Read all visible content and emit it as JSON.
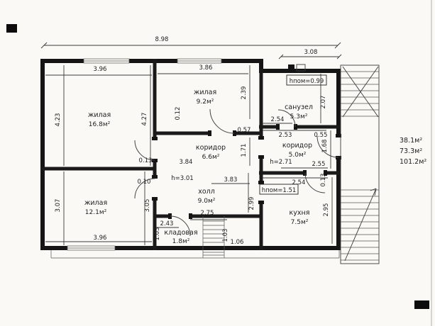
{
  "rooms": {
    "living1": {
      "name": "жилая",
      "area": "16.8м²"
    },
    "living2": {
      "name": "жилая",
      "area": "9.2м²"
    },
    "living3": {
      "name": "жилая",
      "area": "12.1м²"
    },
    "corridor1": {
      "name": "коридор",
      "area": "6.6м²"
    },
    "corridor2": {
      "name": "коридор",
      "area": "5.0м²"
    },
    "bathroom": {
      "name": "санузел",
      "area": "5.3м²"
    },
    "hall": {
      "name": "холл",
      "area": "9.0м²"
    },
    "storage": {
      "name": "кладовая",
      "area": "1.8м²"
    },
    "kitchen": {
      "name": "кухня",
      "area": "7.5м²"
    }
  },
  "dims": {
    "overall_width": "8.98",
    "right_width": "3.08",
    "living1_top": "3.96",
    "living1_left": "4.23",
    "living1_right": "4.27",
    "living2_top": "3.86",
    "living2_right": "2.39",
    "living2_jamb": "0.12",
    "living2_bottom": "0.57",
    "bathroom_note": "hпом=0.99",
    "bathroom_right": "2.07",
    "bathroom_w1": "2.54",
    "bathroom_w2": "2.53",
    "bathroom_jamb": "0.55",
    "corridor1_w": "3.84",
    "corridor1_right": "1.71",
    "corridor1_jamb1": "0.13",
    "corridor1_jamb2": "0.10",
    "corridor2_right": "1.68",
    "corridor2_w": "2.55",
    "corridor2_height": "h=2.71",
    "corridor2_bottom": "2.54",
    "corridor2_jamb": "0.13",
    "hall_height": "h=3.01",
    "hall_w": "3.83",
    "hall_right": "2.99",
    "living3_left": "3.07",
    "living3_right": "3.05",
    "living3_bottom": "3.96",
    "storage_w1": "2.43",
    "storage_left": "1.03",
    "storage_w2": "2.75",
    "storage_right": "1.03",
    "storage_b": "1.06",
    "kitchen_note": "hпом=1.51",
    "kitchen_right": "2.95"
  },
  "totals": {
    "living_area": "38.1м²",
    "usable_area": "73.3м²",
    "total_area": "101.2м²"
  }
}
